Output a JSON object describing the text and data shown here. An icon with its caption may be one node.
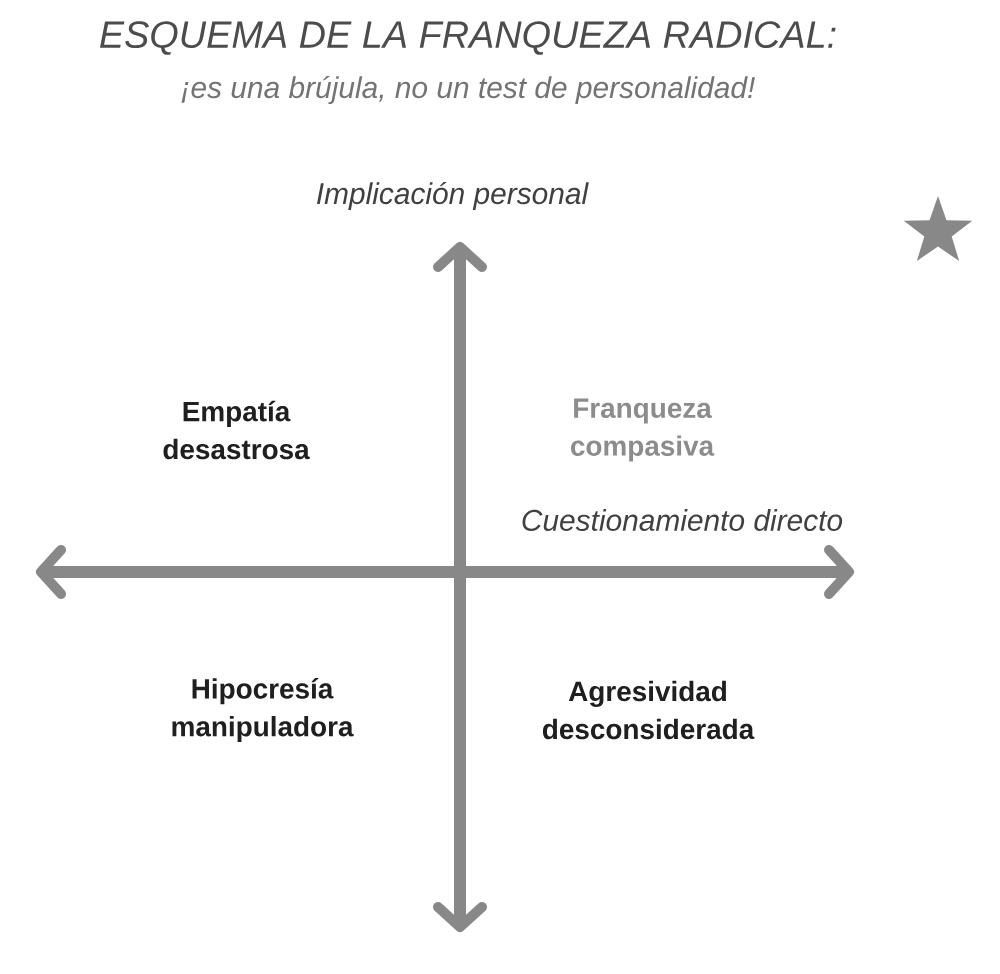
{
  "diagram": {
    "title": "ESQUEMA DE LA FRANQUEZA RADICAL:",
    "labels": [
      "¡es una brújula, no un test de personalidad!",
      "Implicación personal",
      "Empatía desastrosa",
      "Franqueza compasiva",
      "Cuestionamiento directo",
      "Hipocresía manipuladora",
      "Agresividad desconsiderada"
    ]
  }
}
